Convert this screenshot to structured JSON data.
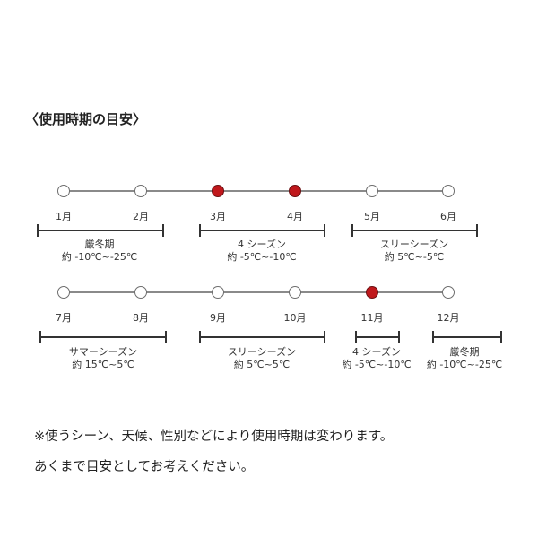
{
  "title": "〈使用時期の目安〉",
  "row1": {
    "months": [
      {
        "label": "1月",
        "highlight": false
      },
      {
        "label": "2月",
        "highlight": false
      },
      {
        "label": "3月",
        "highlight": true
      },
      {
        "label": "4月",
        "highlight": true
      },
      {
        "label": "5月",
        "highlight": false
      },
      {
        "label": "6月",
        "highlight": false
      }
    ],
    "seasons": [
      {
        "name": "厳冬期",
        "temp": "約 -10℃~-25℃"
      },
      {
        "name": "4 シーズン",
        "temp": "約 -5℃~-10℃"
      },
      {
        "name": "スリーシーズン",
        "temp": "約 5℃~-5℃"
      }
    ]
  },
  "row2": {
    "months": [
      {
        "label": "7月",
        "highlight": false
      },
      {
        "label": "8月",
        "highlight": false
      },
      {
        "label": "9月",
        "highlight": false
      },
      {
        "label": "10月",
        "highlight": false
      },
      {
        "label": "11月",
        "highlight": true
      },
      {
        "label": "12月",
        "highlight": false
      }
    ],
    "seasons": [
      {
        "name": "サマーシーズン",
        "temp": "約 15℃~5℃"
      },
      {
        "name": "スリーシーズン",
        "temp": "約 5℃~5℃"
      },
      {
        "name": "4 シーズン",
        "temp": "約 -5℃~-10℃"
      },
      {
        "name": "厳冬期",
        "temp": "約 -10℃~-25℃"
      }
    ]
  },
  "notes": [
    "※使うシーン、天候、性別などにより使用時期は変わります。",
    "あくまで目安としてお考えください。"
  ],
  "colors": {
    "highlight_dot": "#c0181c",
    "normal_dot": "#ffffff",
    "line": "#8a8a8a"
  }
}
